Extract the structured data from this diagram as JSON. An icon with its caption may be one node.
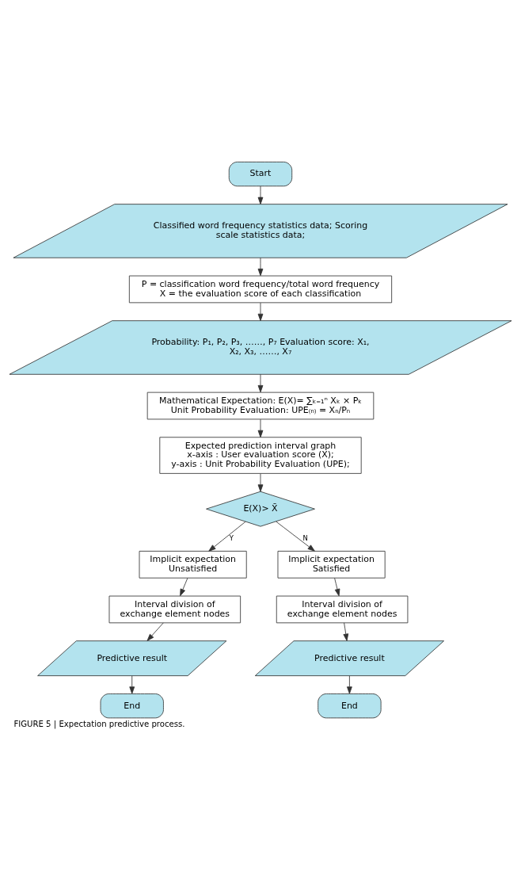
{
  "diagram": {
    "caption": "FIGURE 5 | Expectation predictive process.",
    "nodes": [
      {
        "text": [
          "Start"
        ]
      },
      {
        "text": [
          "Classified word frequency statistics data; Scoring scale statistics data;"
        ]
      },
      {
        "text": [
          "P = classification word frequency/total word frequency X = the evaluation score of each classification"
        ]
      },
      {
        "text": [
          "Probability: P₁, P₂, P₃, ……, P₇ Evaluation score: X₁, X₂, X₃, ……, X₇"
        ]
      },
      {
        "text": [
          "Mathematical Expectation: E(X)= ∑ₖ₌₁ⁿ Xₖ × Pₖ",
          "Unit Probability Evaluation: UPE₍ₙ₎ = Xₙ/Pₙ"
        ]
      },
      {
        "text": [
          "Expected prediction interval graph x-axis : User evaluation score (X); y-axis : Unit Probability Evaluation (UPE);"
        ]
      },
      {
        "text": [
          "E(X)> X̄"
        ]
      },
      {
        "text": [
          "Implicit expectation Unsatisfied"
        ]
      },
      {
        "text": [
          "Implicit expectation Satisfied"
        ]
      },
      {
        "text": [
          "Interval division of exchange element nodes"
        ]
      },
      {
        "text": [
          "Interval division of exchange element nodes"
        ]
      },
      {
        "text": [
          "Predictive result"
        ]
      },
      {
        "text": [
          "Predictive result"
        ]
      },
      {
        "text": [
          "End"
        ]
      },
      {
        "text": [
          "End"
        ]
      }
    ],
    "edges": [
      {
        "from": 0,
        "to": 1,
        "arrow": "to"
      },
      {
        "from": 1,
        "to": 2,
        "arrow": "to"
      },
      {
        "from": 2,
        "to": 3,
        "arrow": "to"
      },
      {
        "from": 3,
        "to": 4,
        "arrow": "to"
      },
      {
        "from": 4,
        "to": 5,
        "arrow": "to"
      },
      {
        "from": 5,
        "to": 6,
        "arrow": "to"
      },
      {
        "from": 6,
        "to": 7,
        "arrow": "to",
        "label": "Y"
      },
      {
        "from": 6,
        "to": 8,
        "arrow": "to",
        "label": "N"
      },
      {
        "from": 7,
        "to": 9,
        "arrow": "to"
      },
      {
        "from": 8,
        "to": 10,
        "arrow": "to"
      },
      {
        "from": 9,
        "to": 11,
        "arrow": "to"
      },
      {
        "from": 10,
        "to": 12,
        "arrow": "to"
      },
      {
        "from": 11,
        "to": 13,
        "arrow": "to"
      },
      {
        "from": 12,
        "to": 14,
        "arrow": "to"
      }
    ]
  }
}
